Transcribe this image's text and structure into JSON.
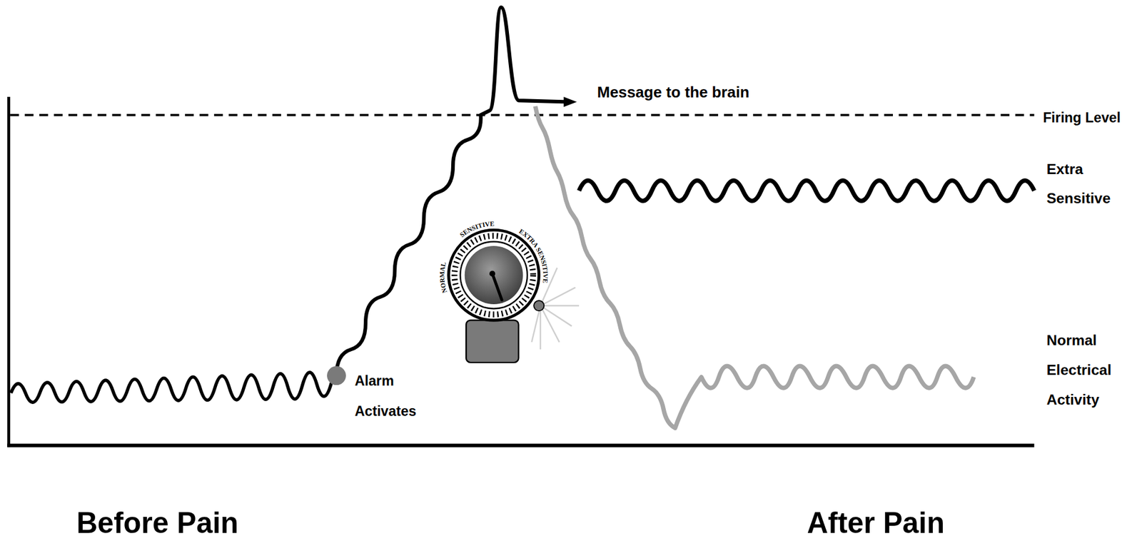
{
  "diagram": {
    "labels": [
      "Message to the brain",
      "Firing Level",
      "Extra Sensitive",
      "NORMAL",
      "SENSITIVE",
      "EXTRA SENSITIVE",
      "Alarm Activates",
      "Normal Electrical Activity",
      "Before Pain",
      "After Pain"
    ]
  }
}
